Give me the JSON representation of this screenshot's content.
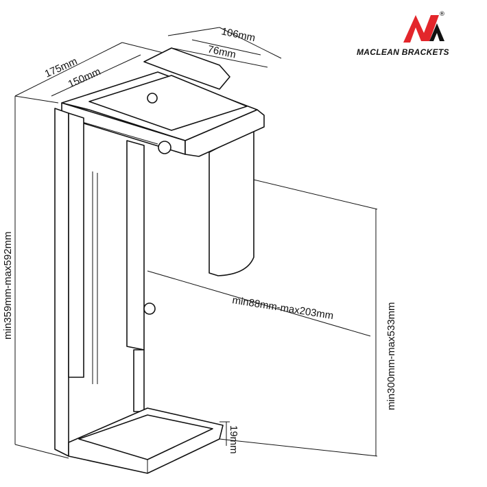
{
  "brand": {
    "name": "MACLEAN BRACKETS",
    "registered_mark": "®",
    "colors": {
      "red": "#e3262b",
      "black": "#111111"
    }
  },
  "dimensions": {
    "top_outer_width": "106mm",
    "top_inner_width": "76mm",
    "depth_outer": "175mm",
    "depth_inner": "150mm",
    "total_height": "min359mm-max592mm",
    "pc_width": "min88mm-max203mm",
    "pc_height": "min300mm-max533mm",
    "bottom_lip": "19mm"
  }
}
